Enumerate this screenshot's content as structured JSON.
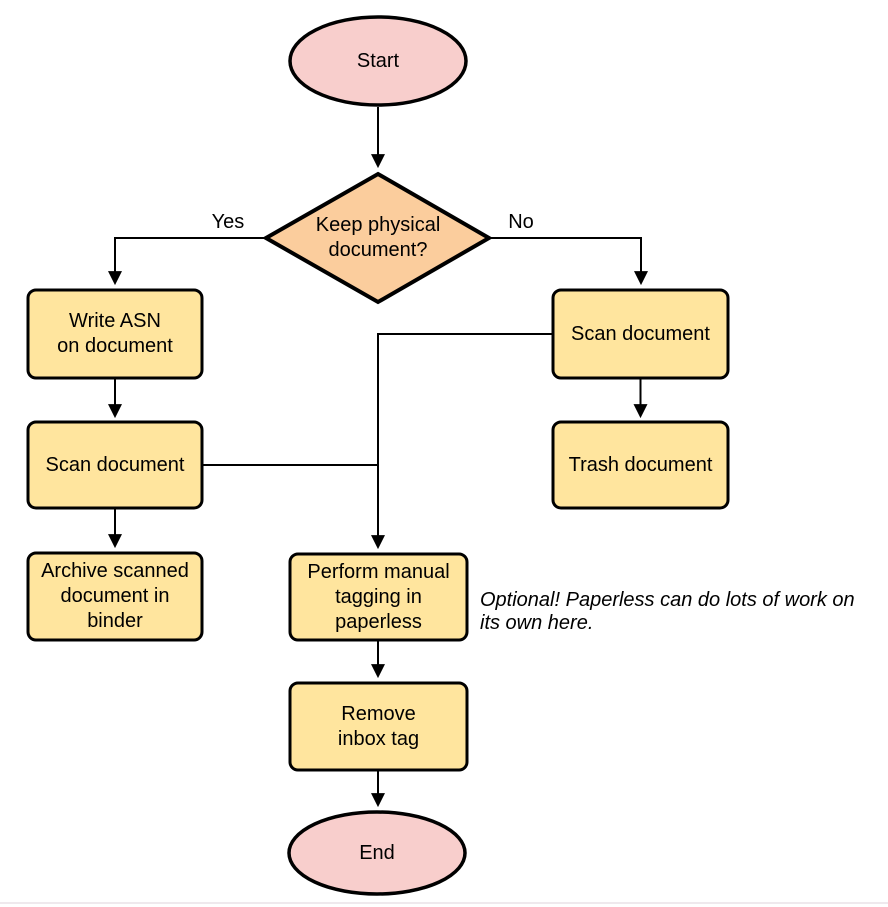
{
  "colors": {
    "bg": "#ffffff",
    "node-yellow": "#ffe59e",
    "node-orange": "#fbcd9d",
    "node-pink": "#f8cecc",
    "stroke": "#000000",
    "text": "#000000",
    "footer-line": "#efe9ed"
  },
  "nodes": {
    "start": "Start",
    "decision": [
      "Keep physical",
      "document?"
    ],
    "write_asn": [
      "Write ASN",
      "on document"
    ],
    "scan_left": "Scan document",
    "archive": [
      "Archive scanned",
      "document in",
      "binder"
    ],
    "scan_right": "Scan document",
    "trash": "Trash document",
    "tagging": [
      "Perform manual",
      "tagging in",
      "paperless"
    ],
    "remove_inbox": [
      "Remove",
      "inbox tag"
    ],
    "end": "End"
  },
  "edge_labels": {
    "yes": "Yes",
    "no": "No"
  },
  "annotation": [
    "Optional! Paperless can do lots of work on",
    "its own here."
  ]
}
